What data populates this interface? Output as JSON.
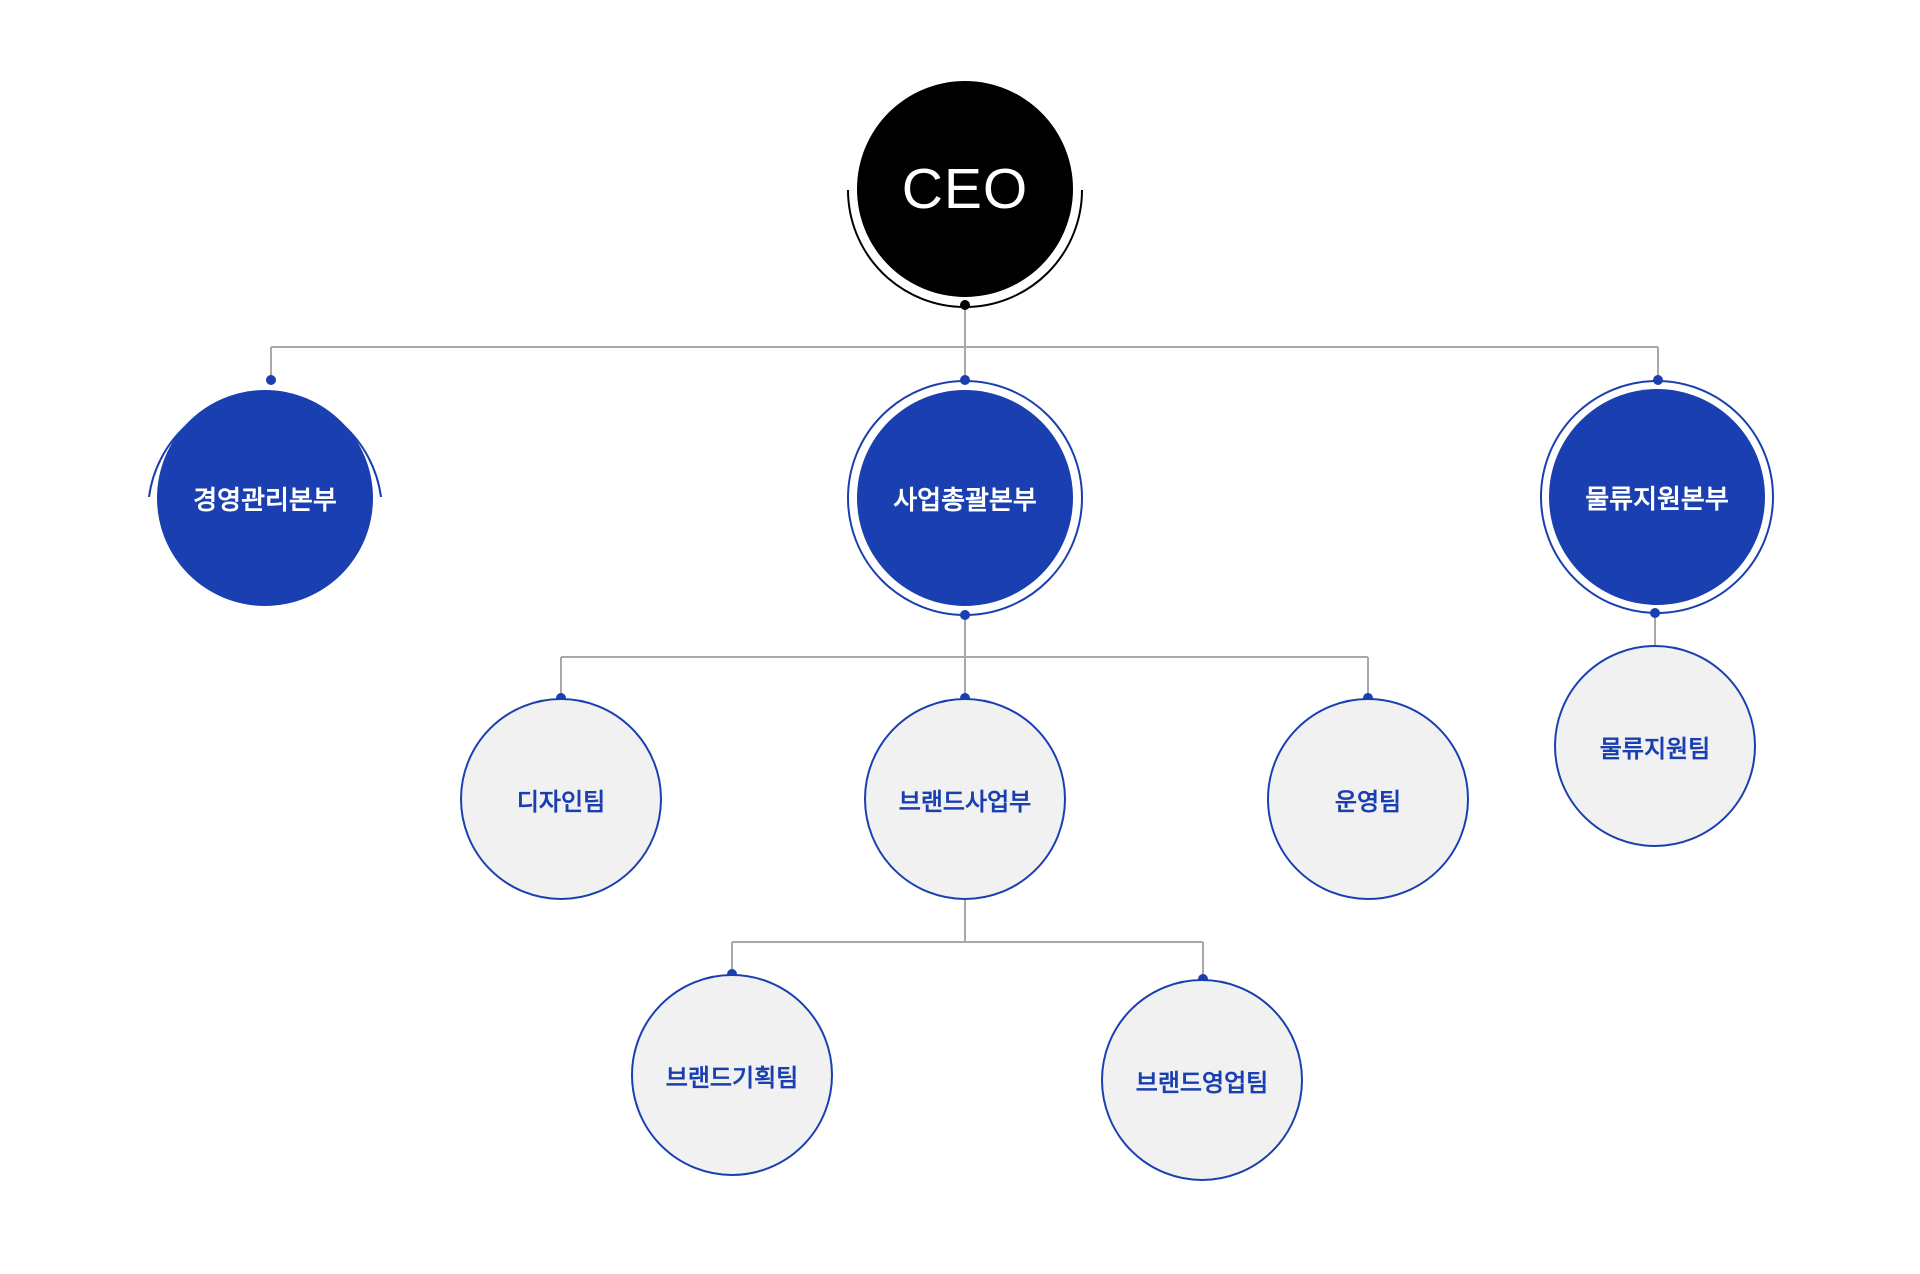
{
  "colors": {
    "ceo_fill": "#000000",
    "division_fill": "#1a3fb0",
    "team_fill": "#f1f1f1",
    "accent_blue": "#1a3fb0",
    "connector_line": "#a8a8a8",
    "text_white": "#ffffff"
  },
  "org": {
    "ceo": {
      "label": "CEO"
    },
    "divisions": [
      {
        "label": "경영관리본부"
      },
      {
        "label": "사업총괄본부"
      },
      {
        "label": "물류지원본부"
      }
    ],
    "teams": [
      {
        "label": "디자인팀"
      },
      {
        "label": "브랜드사업부"
      },
      {
        "label": "운영팀"
      },
      {
        "label": "물류지원팀"
      },
      {
        "label": "브랜드기획팀"
      },
      {
        "label": "브랜드영업팀"
      }
    ]
  }
}
